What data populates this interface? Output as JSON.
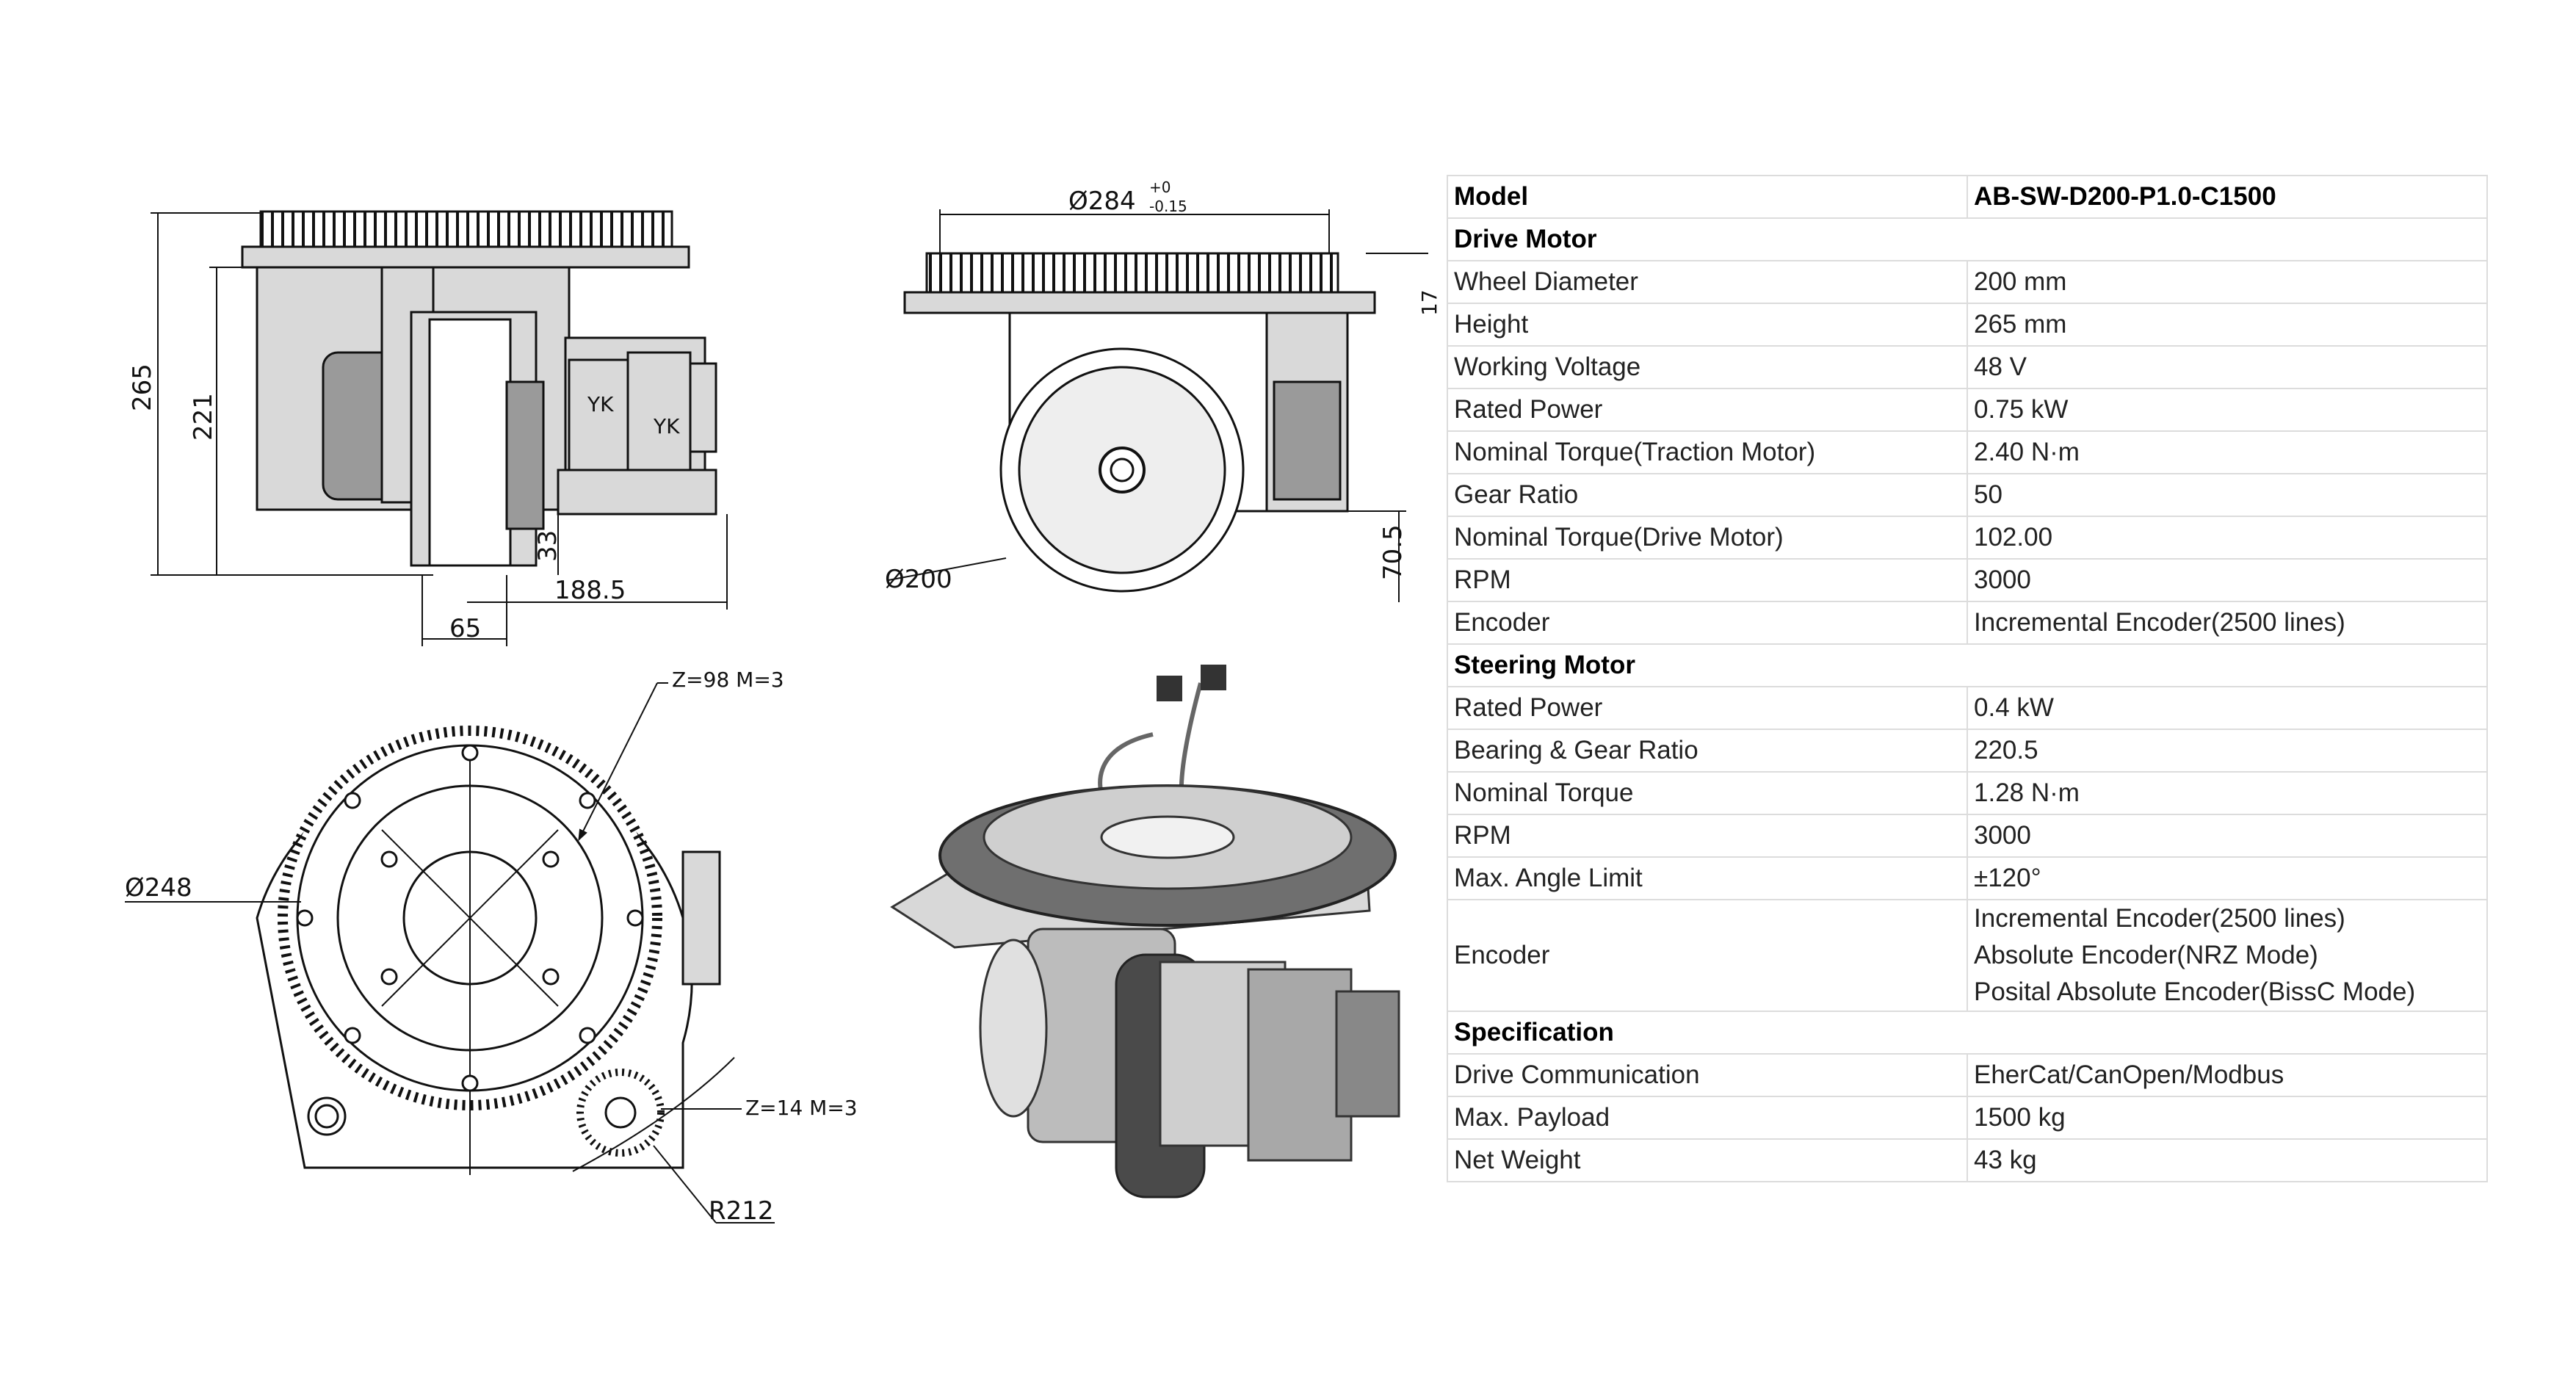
{
  "drawing_labels": {
    "side_height_total": "265",
    "side_height_inner": "221",
    "side_dim_33": "33",
    "side_dim_188": "188.5",
    "side_dim_65": "65",
    "motor_label_1": "YK",
    "motor_label_2": "YK",
    "front_dia_top": "Ø284",
    "front_tol_plus": "+0",
    "front_tol_minus": "-0.15",
    "front_dia_wheel": "Ø200",
    "front_dim_70": "70.5",
    "front_dim_small": "17",
    "gear_large": "Z=98  M=3",
    "gear_small": "Z=14  M=3",
    "bottom_dia": "Ø248",
    "bottom_radius": "R212"
  },
  "spec_table": {
    "model": {
      "label": "Model",
      "value": "AB-SW-D200-P1.0-C1500"
    },
    "drive_motor": {
      "title": "Drive Motor",
      "rows": [
        {
          "label": "Wheel Diameter",
          "value": "200 mm"
        },
        {
          "label": "Height",
          "value": "265 mm"
        },
        {
          "label": "Working Voltage",
          "value": "48 V"
        },
        {
          "label": "Rated Power",
          "value": "0.75 kW"
        },
        {
          "label": "Nominal Torque(Traction Motor)",
          "value": "2.40 N·m"
        },
        {
          "label": "Gear Ratio",
          "value": "50"
        },
        {
          "label": "Nominal Torque(Drive Motor)",
          "value": "102.00"
        },
        {
          "label": "RPM",
          "value": "3000"
        },
        {
          "label": "Encoder",
          "value": "Incremental Encoder(2500 lines)"
        }
      ]
    },
    "steering_motor": {
      "title": "Steering Motor",
      "rows": [
        {
          "label": "Rated Power",
          "value": "0.4 kW"
        },
        {
          "label": "Bearing & Gear Ratio",
          "value": "220.5"
        },
        {
          "label": "Nominal Torque",
          "value": "1.28 N·m"
        },
        {
          "label": "RPM",
          "value": "3000"
        },
        {
          "label": "Max. Angle Limit",
          "value": "±120°"
        }
      ],
      "encoder": {
        "label": "Encoder",
        "values": [
          "Incremental Encoder(2500 lines)",
          "Absolute Encoder(NRZ Mode)",
          "Posital Absolute Encoder(BissC Mode)"
        ]
      }
    },
    "specification": {
      "title": "Specification",
      "rows": [
        {
          "label": "Drive Communication",
          "value": "EherCat/CanOpen/Modbus"
        },
        {
          "label": "Max. Payload",
          "value": "1500 kg"
        },
        {
          "label": "Net Weight",
          "value": "43 kg"
        }
      ]
    }
  }
}
